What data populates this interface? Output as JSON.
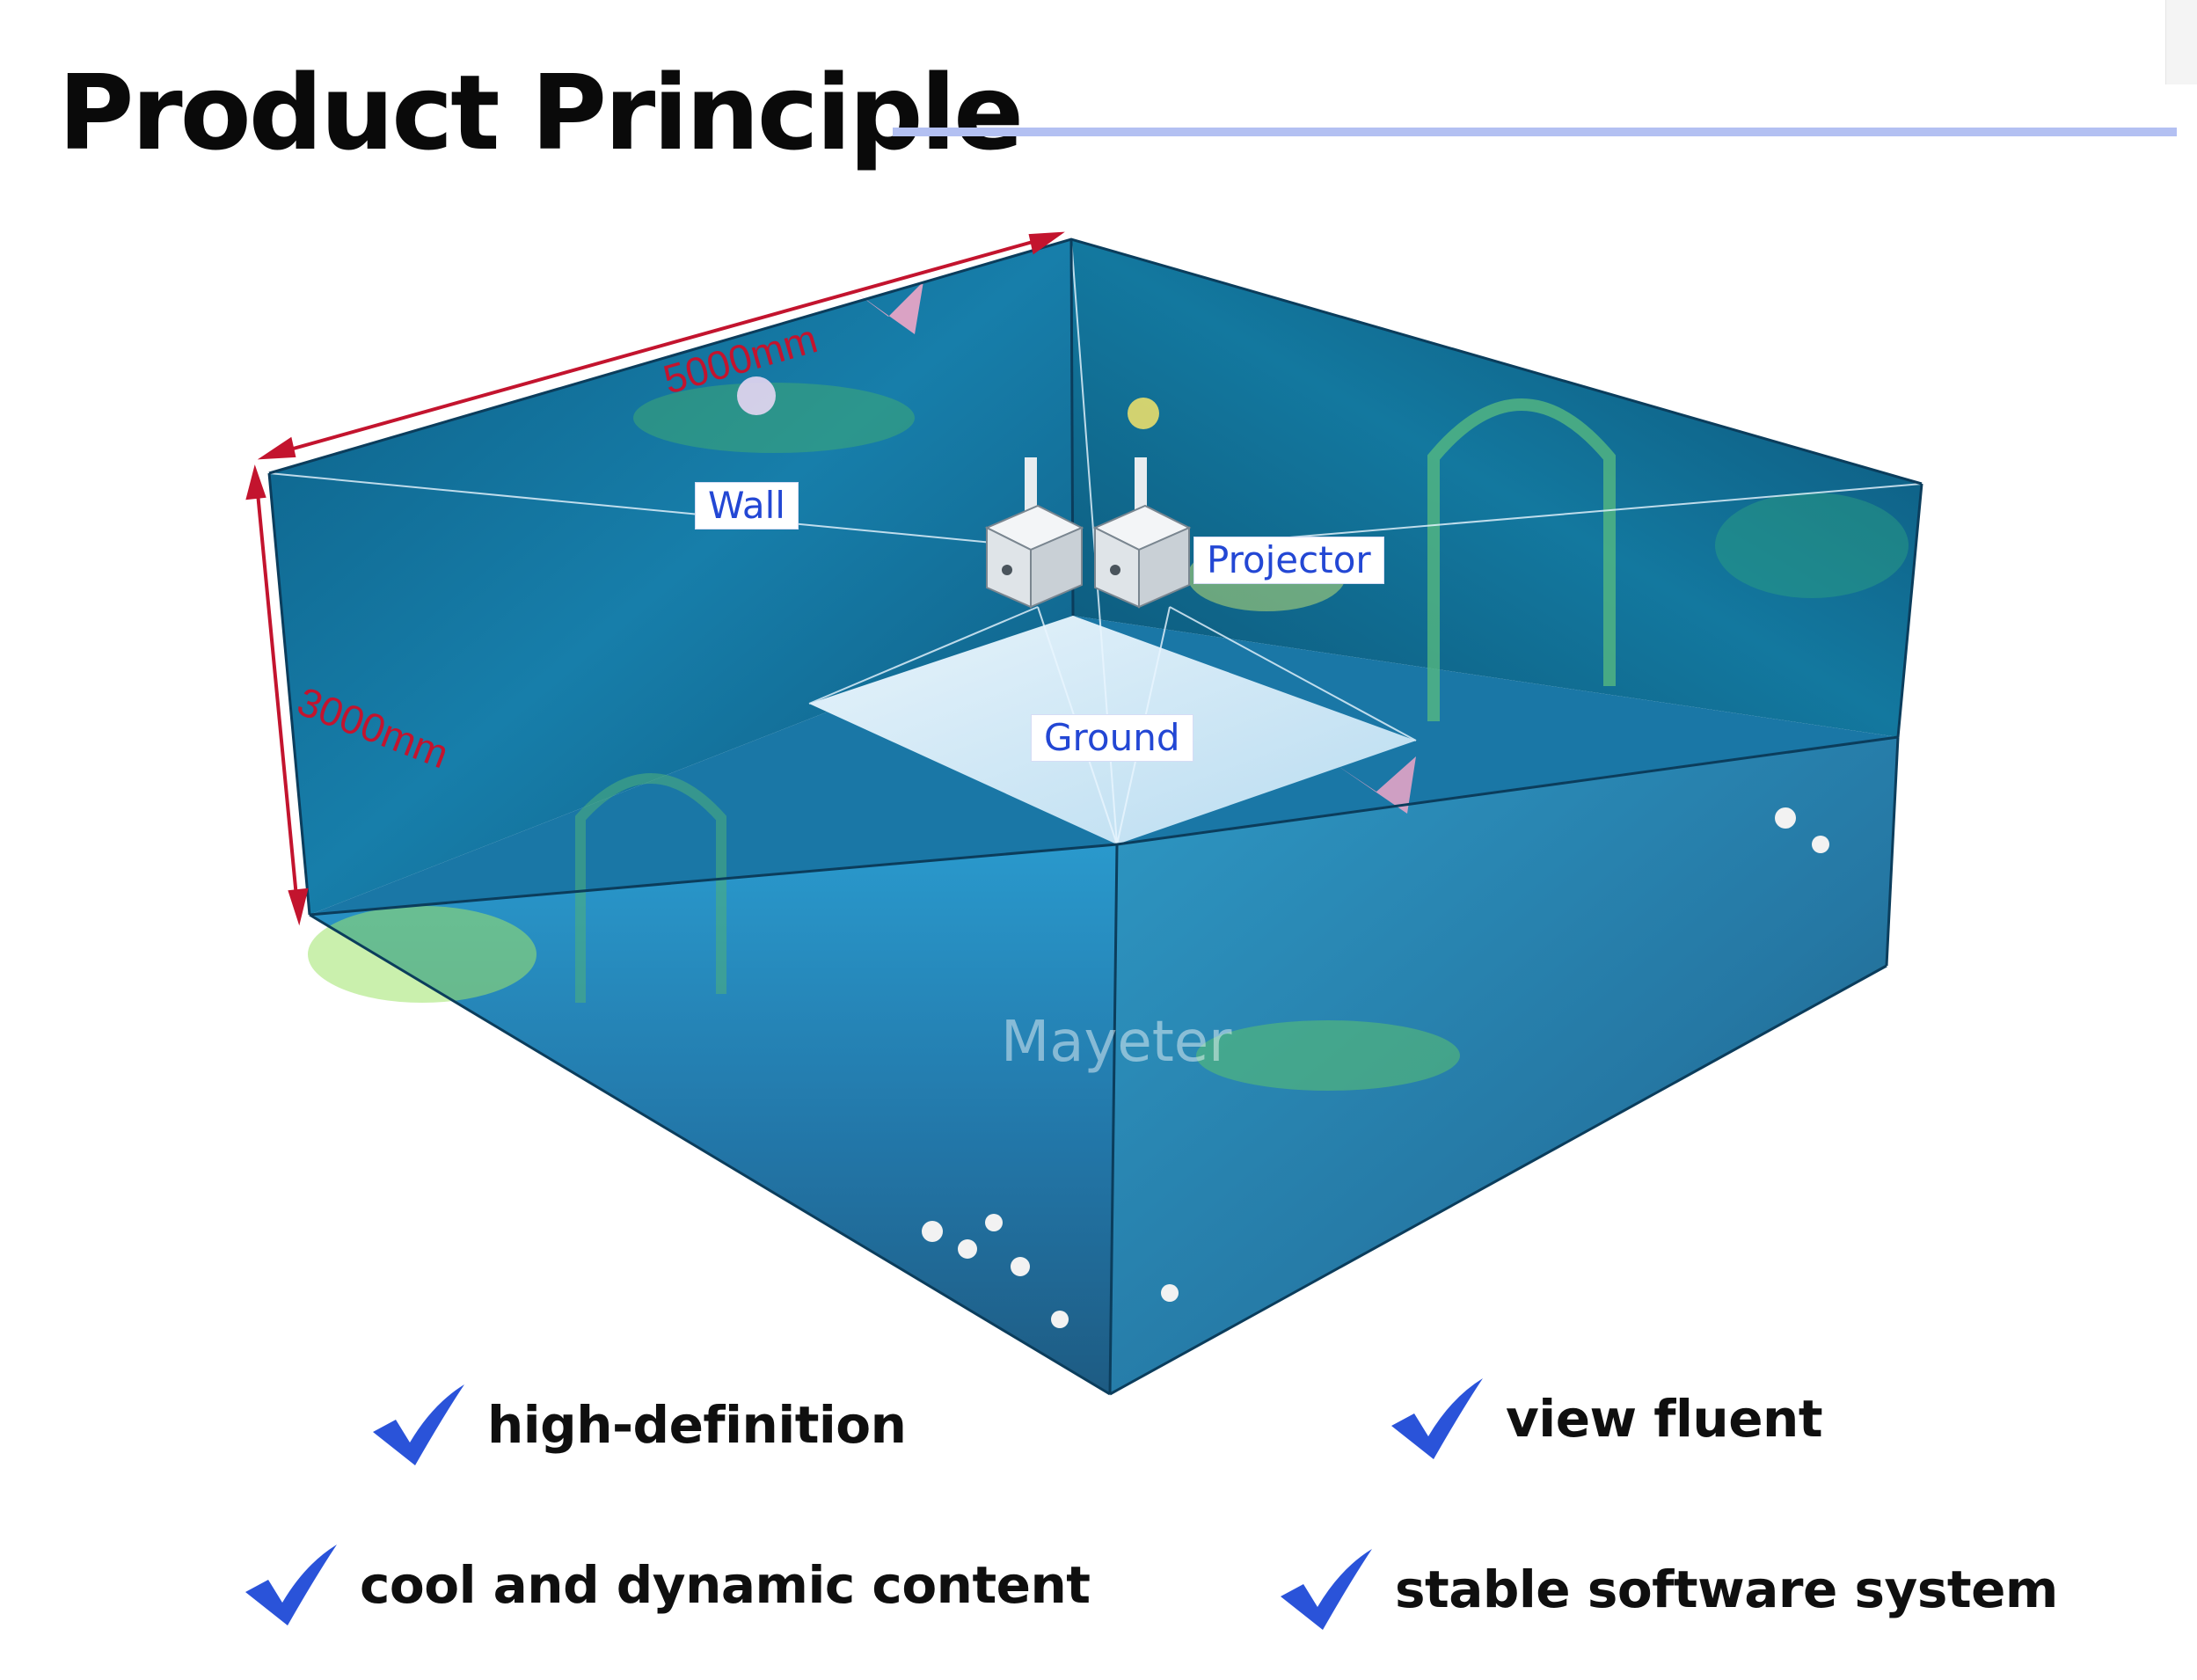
{
  "title": "Product Principle",
  "dimensions": {
    "length": "5000mm",
    "height": "3000mm"
  },
  "labels": {
    "wall": "Wall",
    "projector": "Projector",
    "ground": "Ground"
  },
  "watermark": "Mayeter",
  "features": [
    {
      "label": "high-definition",
      "icon": "check-icon"
    },
    {
      "label": "view fluent",
      "icon": "check-icon"
    },
    {
      "label": "cool and dynamic content",
      "icon": "check-icon"
    },
    {
      "label": "stable software system",
      "icon": "check-icon"
    }
  ],
  "colors": {
    "title": "#0a0a0a",
    "title_rule": "#b3c0f2",
    "dimension_arrows": "#c3142e",
    "tag_text": "#2347d4",
    "check_icon": "#2a53d9",
    "room_projection": "#1f7fb8"
  }
}
